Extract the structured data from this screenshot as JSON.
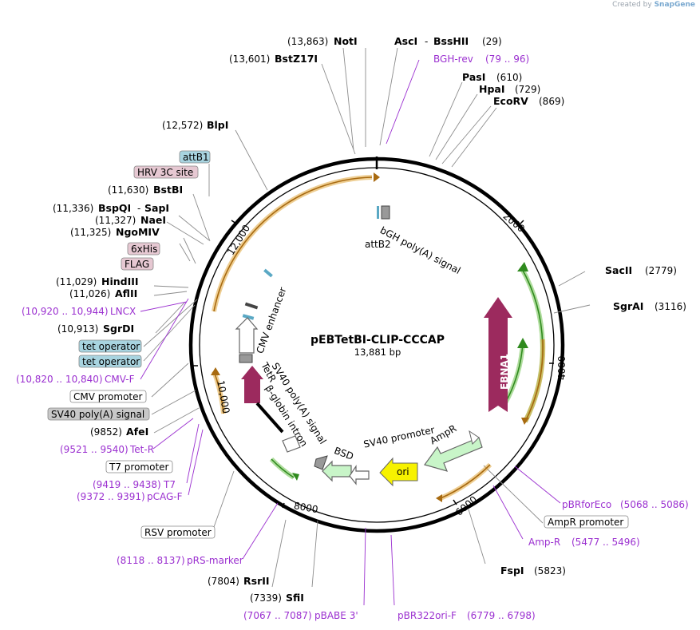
{
  "credit": {
    "prefix": "Created by",
    "brand": "SnapGene"
  },
  "plasmid": {
    "name": "pEBTetBI-CLIP-CCCAP",
    "length": "13,881 bp"
  },
  "ticks": [
    "2000",
    "4000",
    "6000",
    "8000",
    "10,000",
    "12,000"
  ],
  "sites": [
    {
      "pos": "(13,863)",
      "name": "NotI"
    },
    {
      "name": "AscI",
      "sep": "-",
      "name2": "BssHII",
      "pos": "(29)"
    },
    {
      "pos": "(13,601)",
      "name": "BstZ17I"
    },
    {
      "name": "PasI",
      "pos": "(610)"
    },
    {
      "name": "HpaI",
      "pos": "(729)"
    },
    {
      "name": "EcoRV",
      "pos": "(869)"
    },
    {
      "pos": "(12,572)",
      "name": "BlpI"
    },
    {
      "pos": "(11,630)",
      "name": "BstBI"
    },
    {
      "pos": "(11,336)",
      "name": "BspQI",
      "sep": "-",
      "name2": "SapI"
    },
    {
      "pos": "(11,327)",
      "name": "NaeI"
    },
    {
      "pos": "(11,325)",
      "name": "NgoMIV"
    },
    {
      "pos": "(11,029)",
      "name": "HindIII"
    },
    {
      "pos": "(11,026)",
      "name": "AflII"
    },
    {
      "pos": "(10,913)",
      "name": "SgrDI"
    },
    {
      "pos": "(9852)",
      "name": "AfeI"
    },
    {
      "name": "SacII",
      "pos": "(2779)"
    },
    {
      "name": "SgrAI",
      "pos": "(3116)"
    },
    {
      "name": "FspI",
      "pos": "(5823)"
    },
    {
      "pos": "(7804)",
      "name": "RsrII"
    },
    {
      "pos": "(7339)",
      "name": "SfiI"
    }
  ],
  "primers": [
    {
      "name": "BGH-rev",
      "range": "(79 .. 96)"
    },
    {
      "range": "(10,920 .. 10,944)",
      "name": "LNCX"
    },
    {
      "range": "(10,820 .. 10,840)",
      "name": "CMV-F"
    },
    {
      "range": "(9521 .. 9540)",
      "name": "Tet-R"
    },
    {
      "range": "(9419 .. 9438)",
      "name": "T7"
    },
    {
      "range": "(9372 .. 9391)",
      "name": "pCAG-F"
    },
    {
      "range": "(8118 .. 8137)",
      "name": "pRS-marker"
    },
    {
      "range": "(7067 .. 7087)",
      "name": "pBABE 3'"
    },
    {
      "range": "(6779 .. 6798)",
      "name": "pBR322ori-F"
    },
    {
      "name": "pBRforEco",
      "range": "(5068 .. 5086)"
    },
    {
      "name": "Amp-R",
      "range": "(5477 .. 5496)"
    }
  ],
  "boxed": {
    "attB1": "attB1",
    "hrv3c": "HRV 3C site",
    "his": "6xHis",
    "flag": "FLAG",
    "teto1": "tet operator",
    "teto2": "tet operator",
    "cmvprom": "CMV promoter",
    "sv40pa": "SV40 poly(A) signal",
    "t7prom": "T7 promoter",
    "rsvprom": "RSV promoter",
    "ampprom": "AmpR promoter"
  },
  "features": {
    "attB2": "attB2",
    "bgh": "bGH poly(A) signal",
    "cmvenh": "CMV enhancer",
    "tetr": "TetR",
    "sv40pa_in": "SV40 poly(A) signal",
    "bglobin": "β-globin intron",
    "bsd": "BSD",
    "sv40prom": "SV40 promoter",
    "ampr": "AmpR",
    "ori": "ori",
    "ebna1": "EBNA1"
  },
  "colors": {
    "primer": "#9b30d0",
    "ebna1": "#9c2a5e",
    "green_feature": "#6cc04a",
    "orange_feature": "#e0a53a",
    "ori": "#f7f200",
    "ampr": "#c8f5c8",
    "tag_pink": "#e6c8d2",
    "tag_blue": "#a8d4e0",
    "box_gray": "#c8c8c8"
  }
}
